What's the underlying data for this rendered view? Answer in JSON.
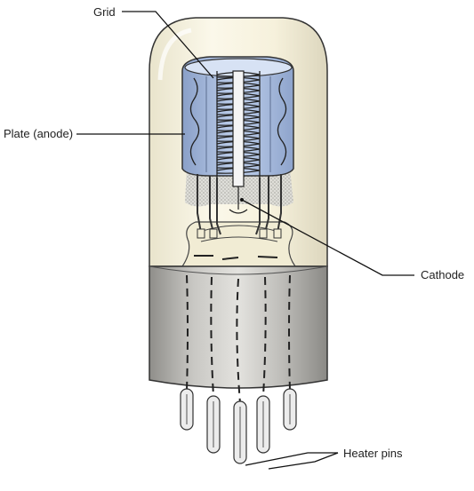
{
  "labels": {
    "grid": "Grid",
    "plate": "Plate (anode)",
    "cathode": "Cathode",
    "heater_pins": "Heater pins"
  },
  "colors": {
    "glass": "#f6f2df",
    "plate": "#9fb4d8",
    "base": "#b9b8b4",
    "stippling": "#c9c9c6",
    "outline": "#333333",
    "pin": "#e8e8e8"
  }
}
